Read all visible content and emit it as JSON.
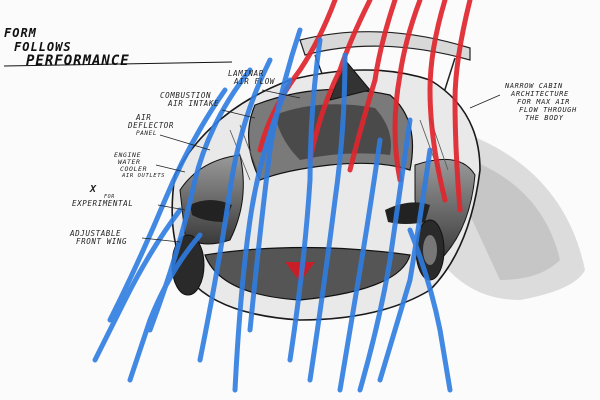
{
  "title_lines": [
    "FORM",
    "FOLLOWS",
    "PERFORMANCE"
  ],
  "callouts": {
    "laminar": [
      "LAMINAR",
      "AIR FLOW"
    ],
    "combustion": [
      "COMBUSTION",
      "AIR INTAKE"
    ],
    "deflector": [
      "AIR",
      "DEFLECTOR",
      "PANEL"
    ],
    "engine": [
      "ENGINE",
      "WATER",
      "COOLER",
      "AIR OUTLETS"
    ],
    "x_mark": "X",
    "x_text": "EXPERIMENTAL",
    "x_sub": "FOR",
    "wing": [
      "ADJUSTABLE",
      "FRONT WING"
    ],
    "cabin": [
      "NARROW CABIN",
      "ARCHITECTURE",
      "FOR MAX AIR",
      "FLOW THROUGH",
      "THE BODY"
    ]
  },
  "colors": {
    "airflow_blue": "#2f7de1",
    "airflow_red": "#e0262e",
    "ink": "#1a1a1a"
  }
}
